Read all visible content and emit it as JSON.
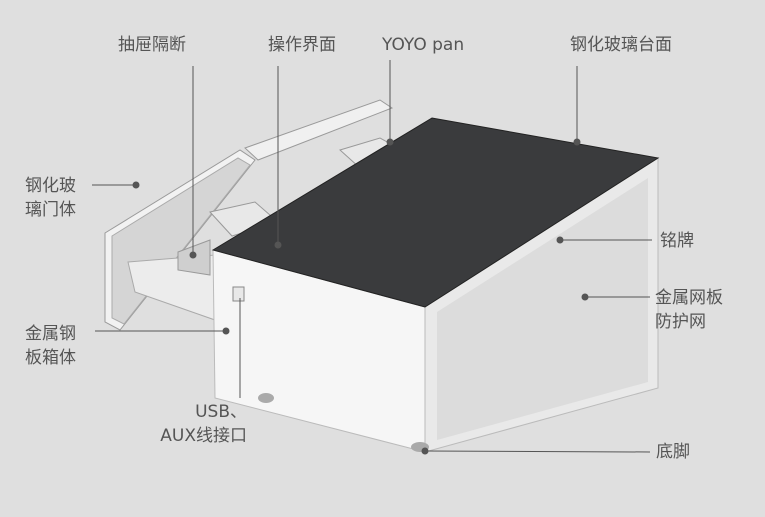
{
  "labels": {
    "drawer_divider": "抽屉隔断",
    "control_panel": "操作界面",
    "yoyo_pan": "YOYO pan",
    "tempered_glass_top": "钢化玻璃台面",
    "glass_door_line1": "钢化玻",
    "glass_door_line2": "璃门体",
    "nameplate": "铭牌",
    "mesh_panel_line1": "金属网板",
    "mesh_panel_line2": "防护网",
    "metal_case_line1": "金属钢",
    "metal_case_line2": "板箱体",
    "usb_line1": "USB、",
    "usb_line2": "AUX线接口",
    "feet": "底脚"
  },
  "colors": {
    "background": "#dfdfdf",
    "glass_top": "#3a3b3d",
    "body_white": "#f4f4f4",
    "label_text": "#555555"
  }
}
